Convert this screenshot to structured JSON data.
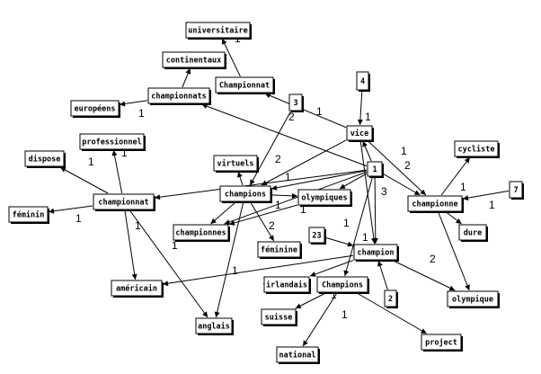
{
  "graph": {
    "nodes": [
      {
        "id": "universitaire",
        "label": "universitaire"
      },
      {
        "id": "continentaux",
        "label": "continentaux"
      },
      {
        "id": "championnats",
        "label": "championnats"
      },
      {
        "id": "Championnat",
        "label": "Championnat"
      },
      {
        "id": "europeens",
        "label": "européens"
      },
      {
        "id": "n3",
        "label": "3"
      },
      {
        "id": "n4",
        "label": "4"
      },
      {
        "id": "vice",
        "label": "vice"
      },
      {
        "id": "professionnel",
        "label": "professionnel"
      },
      {
        "id": "dispose",
        "label": "dispose"
      },
      {
        "id": "virtuels",
        "label": "virtuels"
      },
      {
        "id": "n1",
        "label": "1"
      },
      {
        "id": "cycliste",
        "label": "cycliste"
      },
      {
        "id": "n7",
        "label": "7"
      },
      {
        "id": "championnat",
        "label": "championnat"
      },
      {
        "id": "champions",
        "label": "champions"
      },
      {
        "id": "olympiques",
        "label": "olympiques"
      },
      {
        "id": "championne",
        "label": "championne"
      },
      {
        "id": "feminin",
        "label": "féminin"
      },
      {
        "id": "championnes",
        "label": "championnes"
      },
      {
        "id": "dure",
        "label": "dure"
      },
      {
        "id": "feminine",
        "label": "féminine"
      },
      {
        "id": "n23",
        "label": "23"
      },
      {
        "id": "champion",
        "label": "champion"
      },
      {
        "id": "americain",
        "label": "américain"
      },
      {
        "id": "irlandais",
        "label": "irlandais"
      },
      {
        "id": "Champions",
        "label": "Champions"
      },
      {
        "id": "olympique",
        "label": "olympique"
      },
      {
        "id": "n2",
        "label": "2"
      },
      {
        "id": "suisse",
        "label": "suisse"
      },
      {
        "id": "anglais",
        "label": "anglais"
      },
      {
        "id": "project",
        "label": "project"
      },
      {
        "id": "national",
        "label": "national"
      }
    ],
    "edges": [
      {
        "from": "Championnat",
        "to": "universitaire",
        "label": "1"
      },
      {
        "from": "championnats",
        "to": "continentaux",
        "label": ""
      },
      {
        "from": "championnats",
        "to": "europeens",
        "label": "1"
      },
      {
        "from": "n1",
        "to": "championnats",
        "label": ""
      },
      {
        "from": "vice",
        "to": "Championnat",
        "label": "1"
      },
      {
        "from": "n3",
        "to": "champions",
        "label": "2"
      },
      {
        "from": "n4",
        "to": "vice",
        "label": "1"
      },
      {
        "from": "vice",
        "to": "champions",
        "label": "2"
      },
      {
        "from": "vice",
        "to": "championne",
        "label": "1"
      },
      {
        "from": "n1",
        "to": "vice",
        "label": ""
      },
      {
        "from": "championnat",
        "to": "professionnel",
        "label": "1"
      },
      {
        "from": "championnat",
        "to": "dispose",
        "label": "1"
      },
      {
        "from": "championnat",
        "to": "feminin",
        "label": "1"
      },
      {
        "from": "championnat",
        "to": "americain",
        "label": "1"
      },
      {
        "from": "championnat",
        "to": "anglais",
        "label": "1"
      },
      {
        "from": "champions",
        "to": "virtuels",
        "label": ""
      },
      {
        "from": "champions",
        "to": "olympiques",
        "label": "1"
      },
      {
        "from": "champions",
        "to": "championnes",
        "label": "1"
      },
      {
        "from": "champions",
        "to": "feminine",
        "label": "2"
      },
      {
        "from": "champions",
        "to": "anglais",
        "label": "1"
      },
      {
        "from": "n1",
        "to": "championnat",
        "label": ""
      },
      {
        "from": "n1",
        "to": "champions",
        "label": ""
      },
      {
        "from": "n1",
        "to": "olympiques",
        "label": "1"
      },
      {
        "from": "n1",
        "to": "championnes",
        "label": "1"
      },
      {
        "from": "n1",
        "to": "championne",
        "label": "2"
      },
      {
        "from": "n1",
        "to": "champion",
        "label": "3"
      },
      {
        "from": "olympiques",
        "to": "championnes",
        "label": ""
      },
      {
        "from": "n7",
        "to": "championne",
        "label": "1"
      },
      {
        "from": "championne",
        "to": "cycliste",
        "label": "1"
      },
      {
        "from": "championne",
        "to": "dure",
        "label": "2"
      },
      {
        "from": "championne",
        "to": "olympique",
        "label": ""
      },
      {
        "from": "n23",
        "to": "champion",
        "label": "1"
      },
      {
        "from": "vice",
        "to": "champion",
        "label": ""
      },
      {
        "from": "n1",
        "to": "Champions",
        "label": "1"
      },
      {
        "from": "champion",
        "to": "americain",
        "label": ""
      },
      {
        "from": "champion",
        "to": "irlandais",
        "label": "1"
      },
      {
        "from": "champion",
        "to": "olympique",
        "label": "2"
      },
      {
        "from": "n2",
        "to": "champion",
        "label": "1"
      },
      {
        "from": "Champions",
        "to": "suisse",
        "label": "1"
      },
      {
        "from": "Champions",
        "to": "national",
        "label": "1"
      },
      {
        "from": "Champions",
        "to": "project",
        "label": ""
      }
    ]
  }
}
